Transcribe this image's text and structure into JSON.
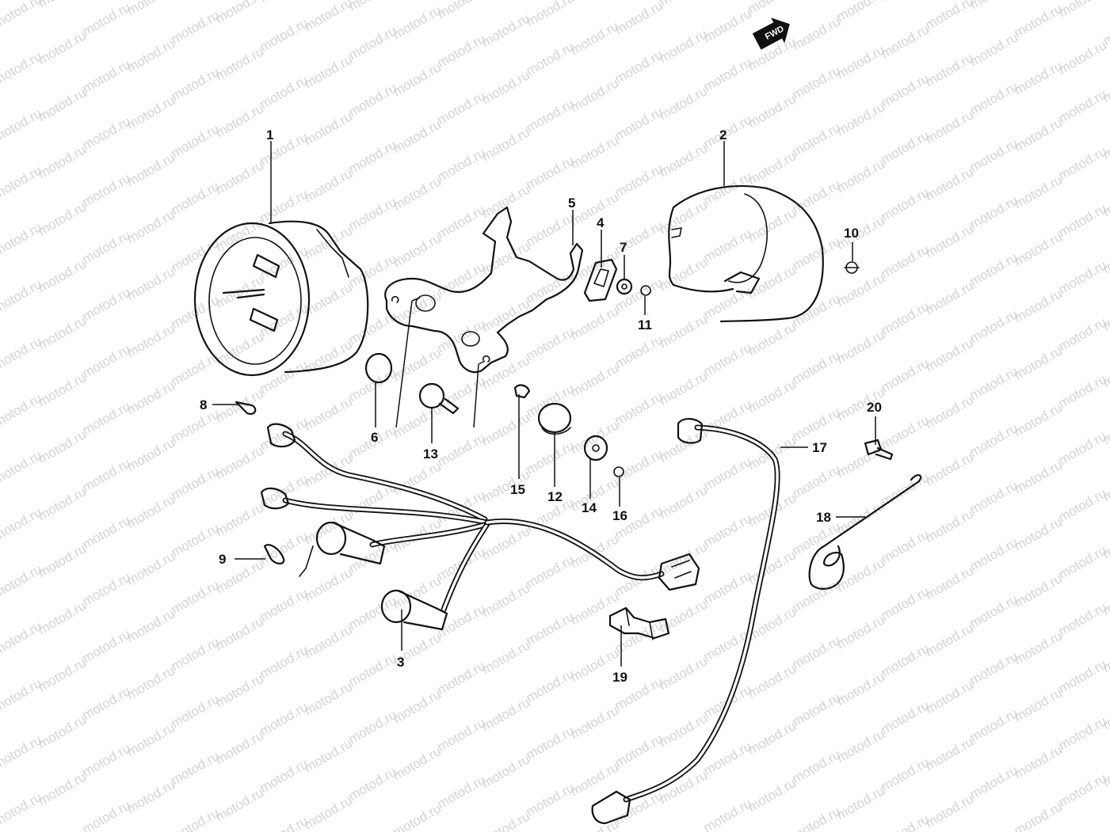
{
  "watermark": {
    "text": "motod.ru"
  },
  "direction_badge": {
    "text": "FWD"
  },
  "callouts": {
    "p1": "1",
    "p2": "2",
    "p3": "3",
    "p4": "4",
    "p5": "5",
    "p6": "6",
    "p7": "7",
    "p8": "8",
    "p9": "9",
    "p10": "10",
    "p11": "11",
    "p12": "12",
    "p13": "13",
    "p14": "14",
    "p15": "15",
    "p16": "16",
    "p17": "17",
    "p18": "18",
    "p19": "19",
    "p20": "20"
  }
}
